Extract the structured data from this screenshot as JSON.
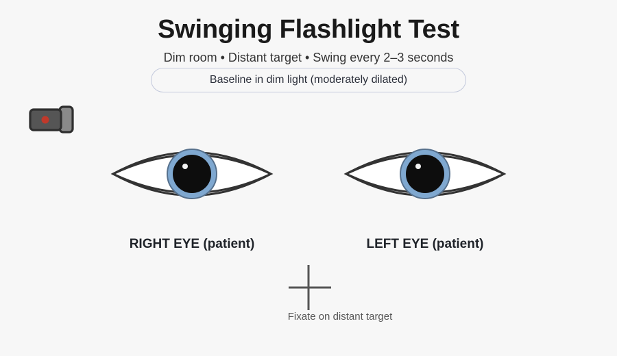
{
  "header": {
    "title": "Swinging Flashlight Test",
    "subtitle": "Dim room • Distant target • Swing every 2–3 seconds",
    "state_badge": "Baseline in dim light (moderately dilated)"
  },
  "tool": {
    "icon": "flashlight-icon",
    "body_color": "#555555",
    "head_color": "#8a8a8a",
    "indicator_color": "#c0392b",
    "outline_color": "#2f2f2f"
  },
  "eyes": [
    {
      "id": "right",
      "label": "RIGHT EYE (patient)",
      "iris_color": "#7fa8d0",
      "iris_outline_color": "#56708c",
      "pupil_color": "#0d0d0d",
      "highlight_color": "#f2f2f2",
      "lid_color": "#333333",
      "sclera_color": "#ffffff"
    },
    {
      "id": "left",
      "label": "LEFT EYE (patient)",
      "iris_color": "#7fa8d0",
      "iris_outline_color": "#56708c",
      "pupil_color": "#0d0d0d",
      "highlight_color": "#f2f2f2",
      "lid_color": "#333333",
      "sclera_color": "#ffffff"
    }
  ],
  "fixation": {
    "caption": "Fixate on distant target",
    "cross_color": "#555555"
  },
  "colors": {
    "background": "#f7f7f7",
    "title_text": "#1a1a1a",
    "subtitle_text": "#333333",
    "badge_border": "#c3c9dc",
    "badge_text": "#2b2f3a",
    "label_text": "#1f2329",
    "caption_text": "#555555"
  }
}
